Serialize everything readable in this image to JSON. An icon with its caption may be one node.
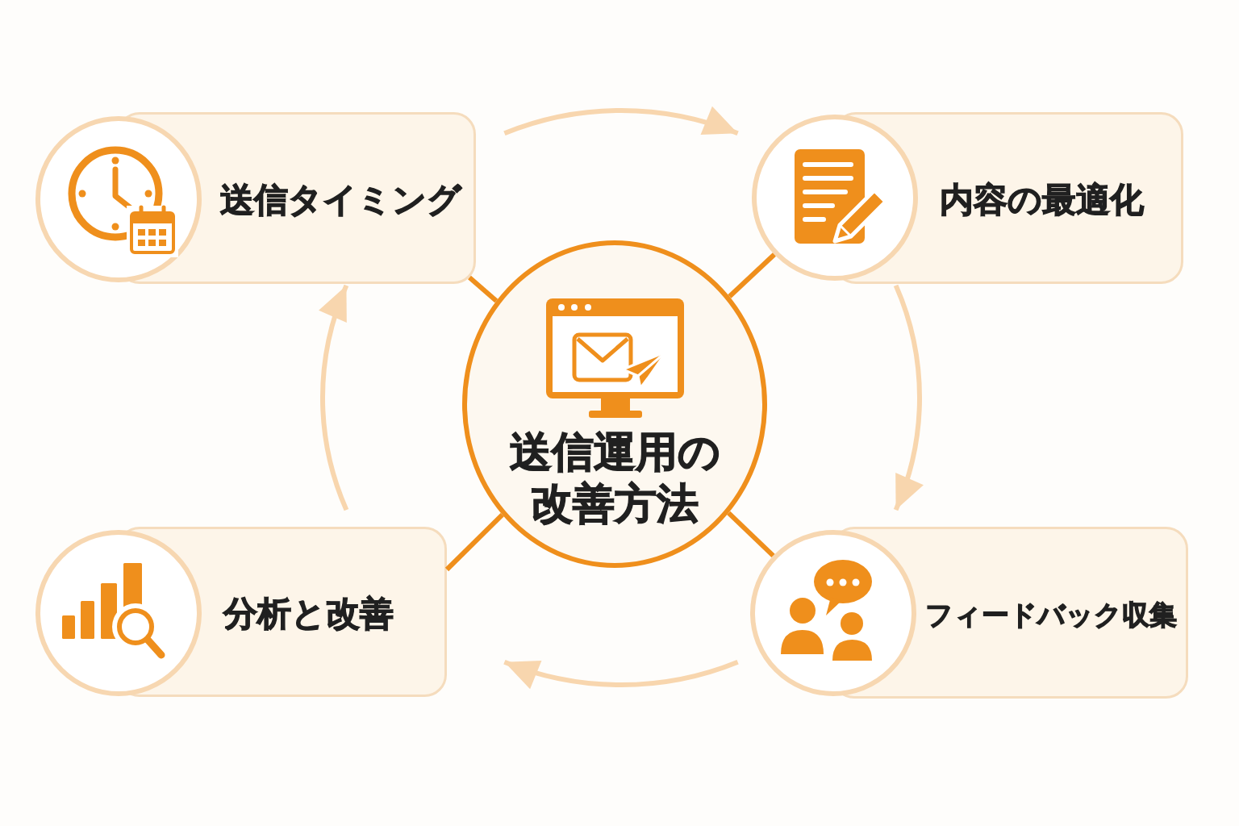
{
  "diagram": {
    "nodes": [
      {
        "text": [
          "送信運用の改善方法"
        ]
      },
      {
        "text": [
          "送信タイミング"
        ]
      },
      {
        "text": [
          "内容の最適化"
        ]
      },
      {
        "text": [
          "フィードバック収集"
        ]
      },
      {
        "text": [
          "分析と改善"
        ]
      }
    ],
    "edges": [
      {
        "from": 0,
        "to": 1,
        "arrow": "none"
      },
      {
        "from": 0,
        "to": 2,
        "arrow": "none"
      },
      {
        "from": 0,
        "to": 3,
        "arrow": "none"
      },
      {
        "from": 0,
        "to": 4,
        "arrow": "none"
      },
      {
        "from": 1,
        "to": 2,
        "arrow": "to",
        "color": "#f8d6ae"
      },
      {
        "from": 2,
        "to": 3,
        "arrow": "to",
        "color": "#f8d6ae"
      },
      {
        "from": 3,
        "to": 4,
        "arrow": "to",
        "color": "#f8d6ae"
      },
      {
        "from": 4,
        "to": 1,
        "arrow": "to",
        "color": "#f8d6ae"
      }
    ]
  }
}
